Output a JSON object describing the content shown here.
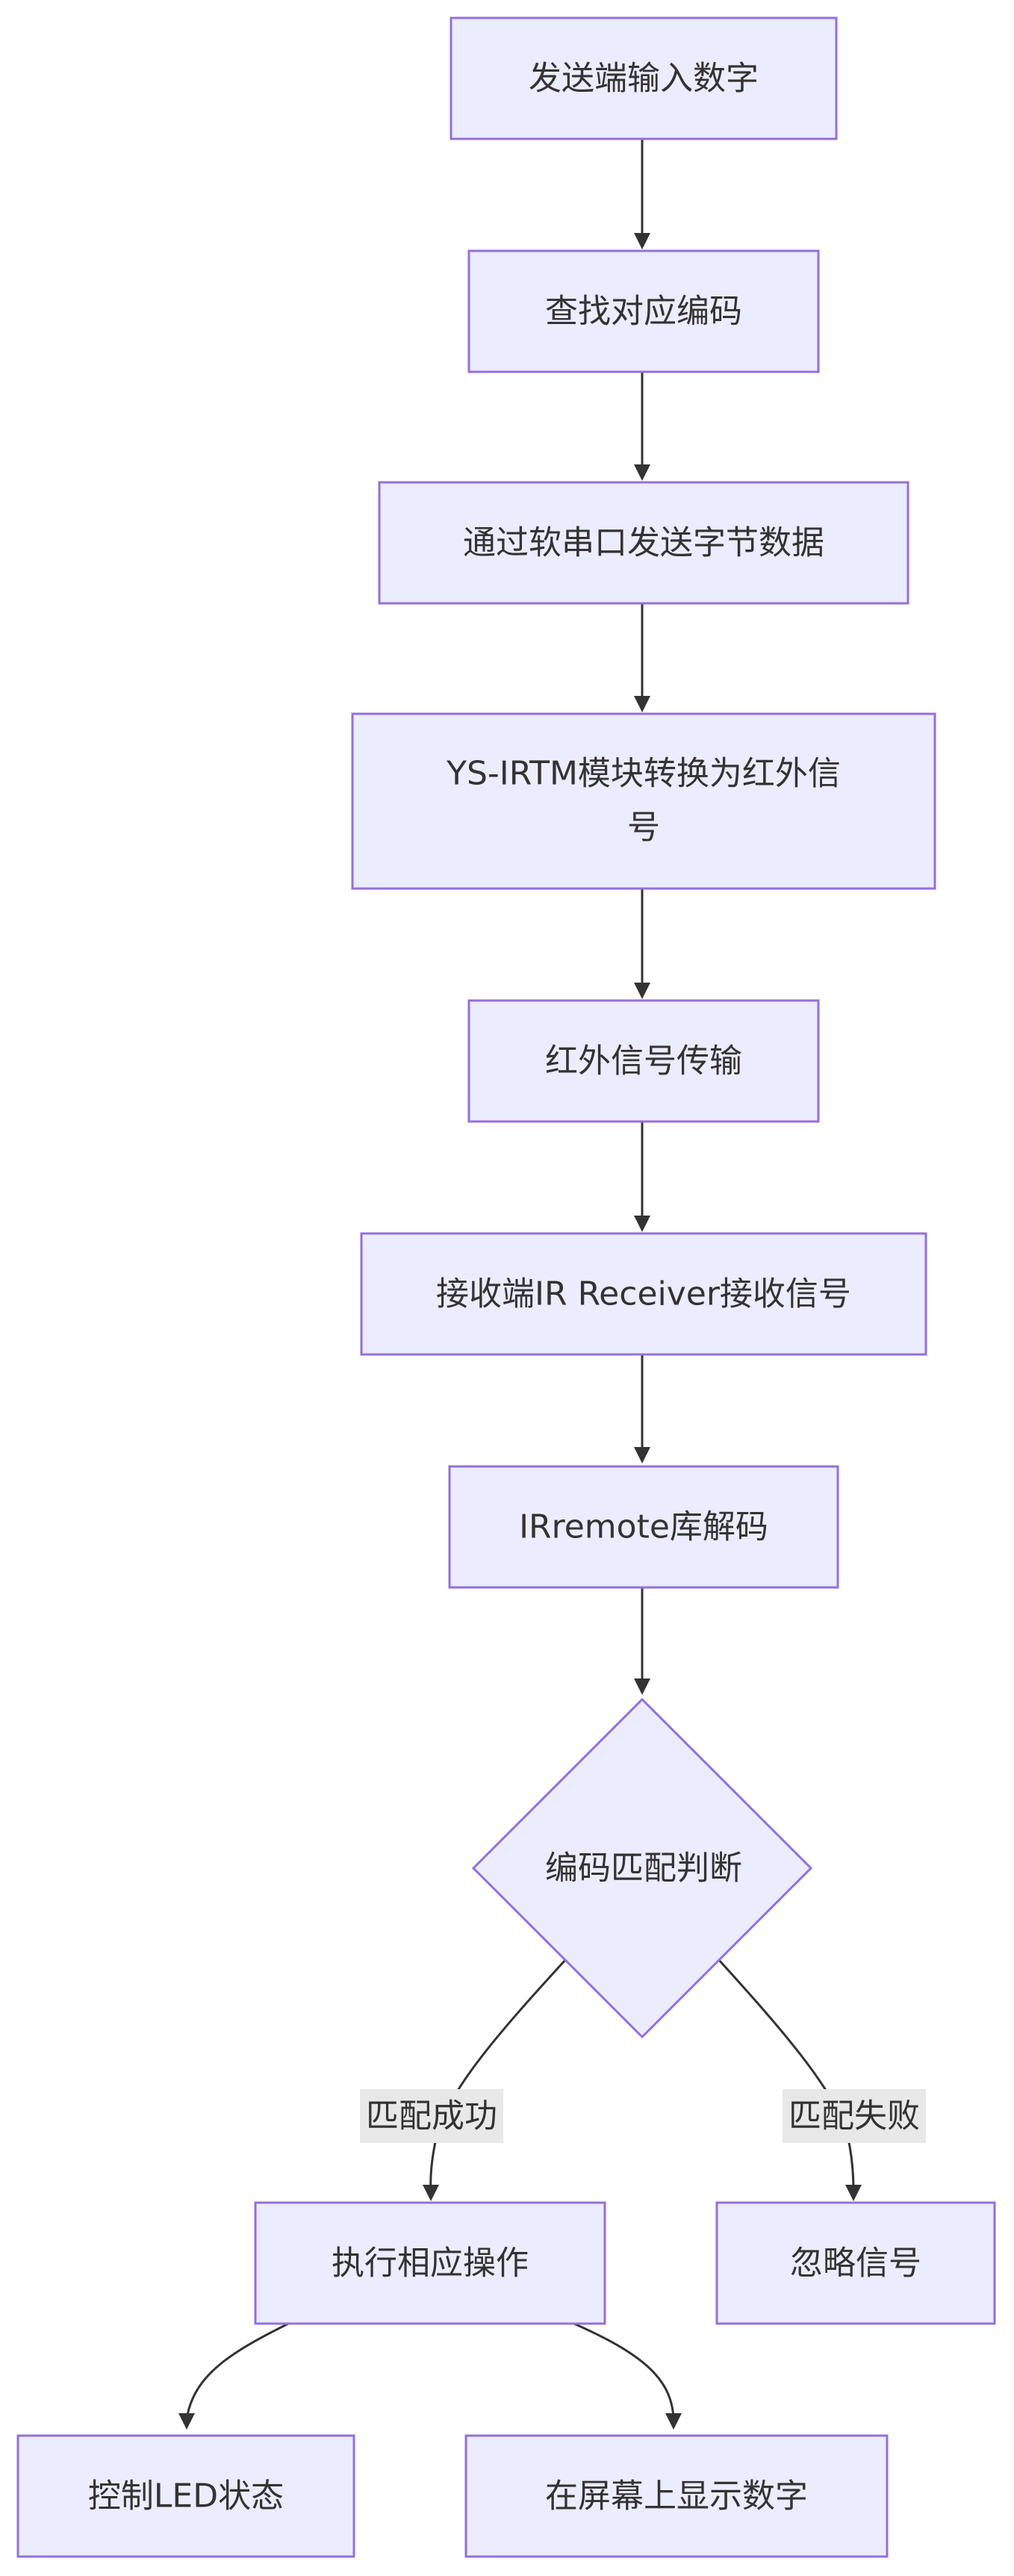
{
  "diagram": {
    "colors": {
      "node_fill": "#ECECFF",
      "node_stroke": "#9370DB",
      "edge": "#333333",
      "text": "#333333",
      "edge_label_bg": "#E8E8E8"
    },
    "nodes": {
      "send": {
        "label": "发送端输入数字"
      },
      "lookup": {
        "label": "查找对应编码"
      },
      "serial": {
        "label": "通过软串口发送字节数据"
      },
      "ysirtm": {
        "label_line1": "YS-IRTM模块转换为红外信",
        "label_line2": "号"
      },
      "transmit": {
        "label": "红外信号传输"
      },
      "receiver": {
        "label": "接收端IR Receiver接收信号"
      },
      "decode": {
        "label": "IRremote库解码"
      },
      "match": {
        "label": "编码匹配判断"
      },
      "execute": {
        "label": "执行相应操作"
      },
      "ignore": {
        "label": "忽略信号"
      },
      "led": {
        "label": "控制LED状态"
      },
      "display": {
        "label": "在屏幕上显示数字"
      }
    },
    "edge_labels": {
      "match_success": "匹配成功",
      "match_fail": "匹配失败"
    }
  }
}
